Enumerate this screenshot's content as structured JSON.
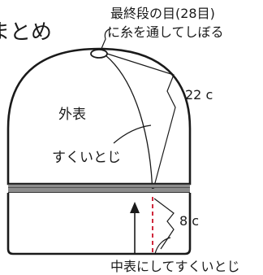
{
  "title_fragment": "まとめ",
  "top_note": {
    "line1": "最終段の目(28目)",
    "line2": "に糸を通してしぼる"
  },
  "labels": {
    "outer_side": "外表",
    "whip_stitch": "すくいとじ",
    "dimension_top": "22 c",
    "dimension_bottom": "8 c",
    "bottom_note": "中表にしてすくいとじ"
  },
  "colors": {
    "outline": "#1a1a1a",
    "band": "#8c8c8c",
    "stitch_dash": "#d0283c",
    "fill": "#ffffff"
  }
}
